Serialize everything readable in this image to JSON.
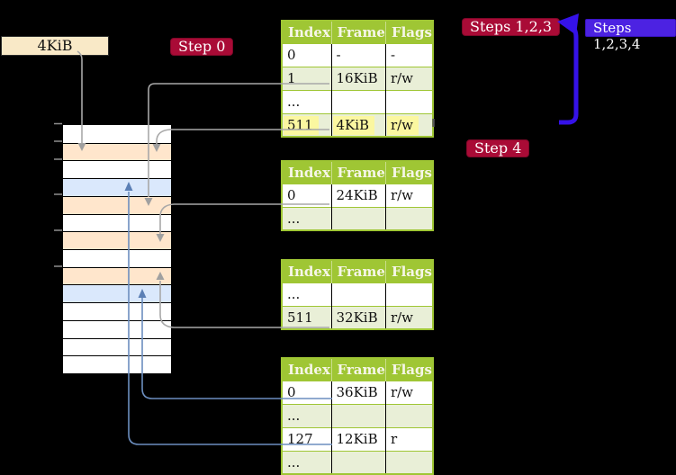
{
  "frame_box": {
    "label": "4KiB"
  },
  "step_labels": {
    "step0": "Step 0",
    "steps123": "Steps 1,2,3",
    "steps1234": "Steps 1,2,3,4",
    "step4": "Step 4"
  },
  "tables": {
    "level1": {
      "headers": [
        "Index",
        "Frame",
        "Flags"
      ],
      "rows": [
        [
          "0",
          "-",
          "-"
        ],
        [
          "1",
          "16KiB",
          "r/w"
        ],
        [
          "...",
          "",
          ""
        ],
        [
          "511",
          "4KiB",
          "r/w"
        ]
      ],
      "highlighted_row": "511"
    },
    "level2": {
      "headers": [
        "Index",
        "Frame",
        "Flags"
      ],
      "rows": [
        [
          "0",
          "24KiB",
          "r/w"
        ],
        [
          "...",
          "",
          ""
        ]
      ]
    },
    "level3": {
      "headers": [
        "Index",
        "Frame",
        "Flags"
      ],
      "rows": [
        [
          "...",
          "",
          ""
        ],
        [
          "511",
          "32KiB",
          "r/w"
        ]
      ]
    },
    "level4": {
      "headers": [
        "Index",
        "Frame",
        "Flags"
      ],
      "rows": [
        [
          "0",
          "36KiB",
          "r/w"
        ],
        [
          "...",
          "",
          ""
        ],
        [
          "127",
          "12KiB",
          "r"
        ],
        [
          "...",
          "",
          ""
        ]
      ]
    }
  },
  "memory": {
    "rows": [
      "free",
      "pagetable",
      "free",
      "page",
      "pagetable",
      "free",
      "pagetable",
      "free",
      "pagetable",
      "page",
      "free",
      "free",
      "free",
      "free"
    ]
  },
  "colors": {
    "background": "#000000",
    "table_header_green": "#9FC634",
    "table_row_green": "#E9EFD7",
    "highlight_yellow": "#FBF7A0",
    "frame_box_wheat": "#F9E9C7",
    "memory_pagetable_peach": "#FFE6CC",
    "memory_page_blue": "#DAE8FC",
    "label_red": "#A90B36",
    "label_blue": "#4C22E2",
    "loop_arrow_blue": "#3512E8",
    "connector_gray": "#A8A8A8",
    "connector_blue": "#6C8EBF"
  }
}
